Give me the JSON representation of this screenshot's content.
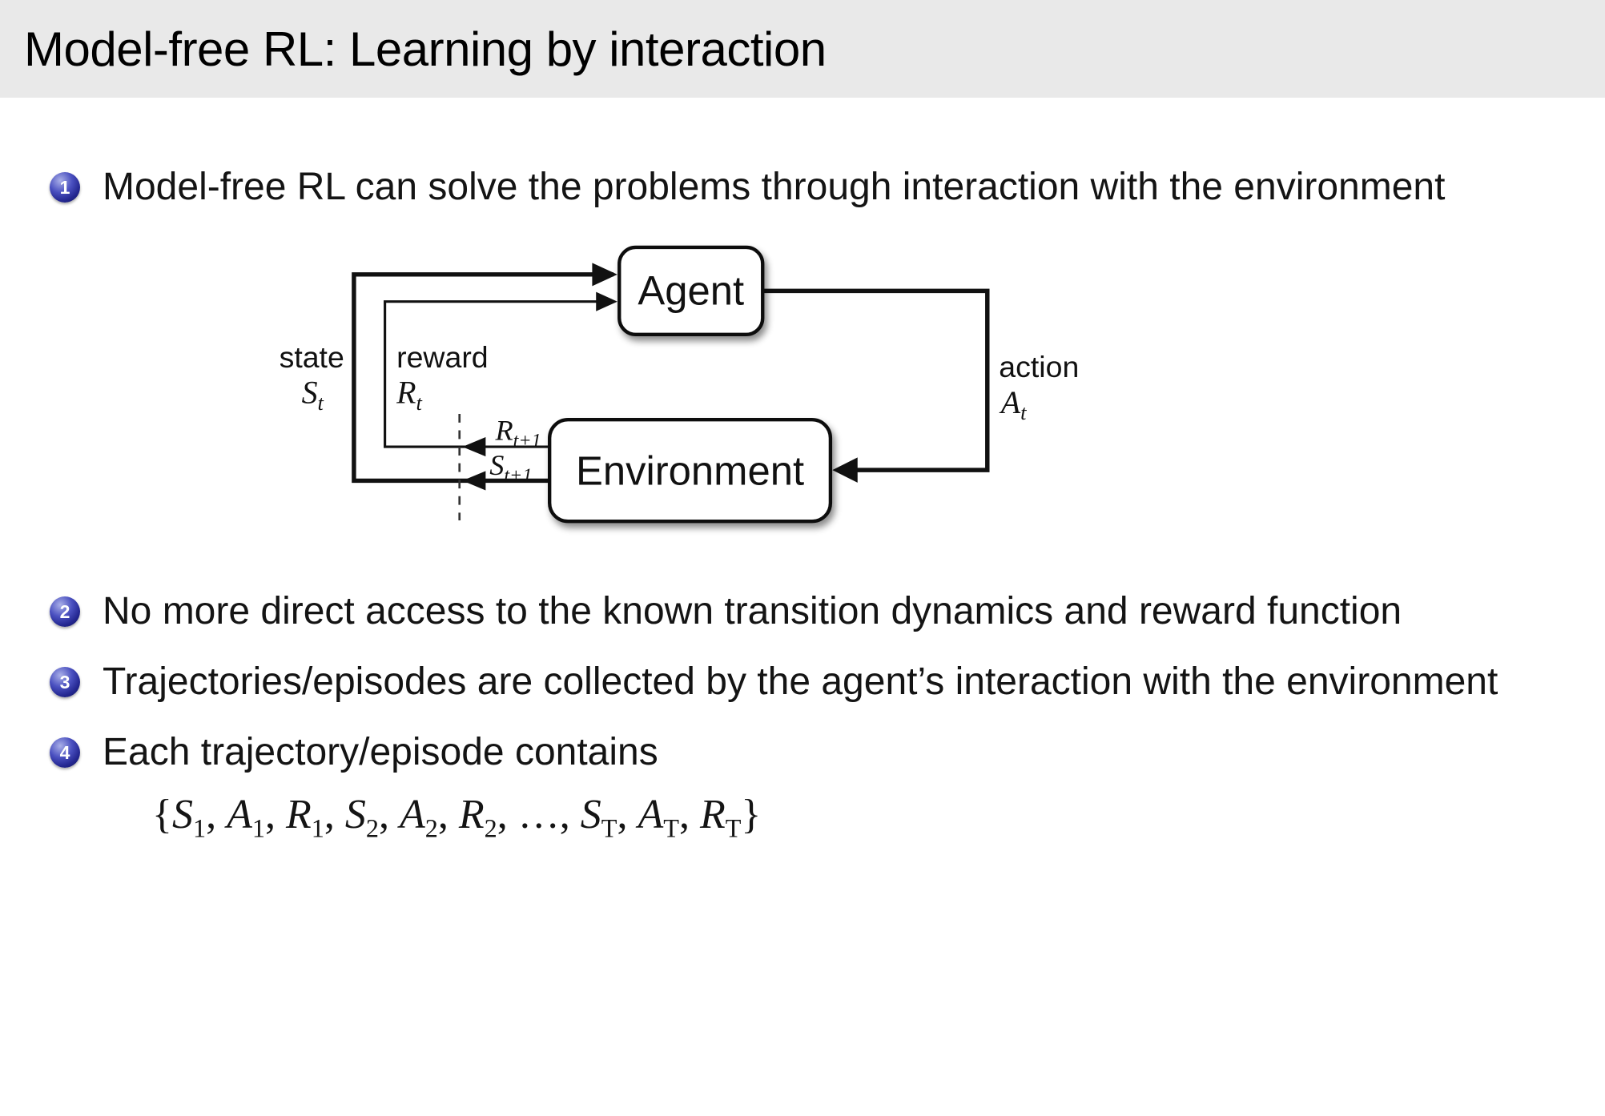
{
  "title": "Model-free RL: Learning by interaction",
  "bullets": [
    {
      "num": "1",
      "text": "Model-free RL can solve the problems through interaction with the environment"
    },
    {
      "num": "2",
      "text": "No more direct access to the known transition dynamics and reward function"
    },
    {
      "num": "3",
      "text": "Trajectories/episodes are collected by the agent’s interaction with the environment"
    },
    {
      "num": "4",
      "text": "Each trajectory/episode contains"
    }
  ],
  "trajectory": {
    "open_brace": "{",
    "close_brace": "}",
    "tokens": [
      {
        "base": "S",
        "sub": "1"
      },
      {
        "base": "A",
        "sub": "1"
      },
      {
        "base": "R",
        "sub": "1"
      },
      {
        "base": "S",
        "sub": "2"
      },
      {
        "base": "A",
        "sub": "2"
      },
      {
        "base": "R",
        "sub": "2"
      },
      {
        "ellipsis": "…"
      },
      {
        "base": "S",
        "sub": "T"
      },
      {
        "base": "A",
        "sub": "T"
      },
      {
        "base": "R",
        "sub": "T"
      }
    ]
  },
  "diagram": {
    "agent_label": "Agent",
    "environment_label": "Environment",
    "state_label": "state",
    "state_var": {
      "base": "S",
      "sub": "t"
    },
    "reward_label": "reward",
    "reward_var": {
      "base": "R",
      "sub": "t"
    },
    "action_label": "action",
    "action_var": {
      "base": "A",
      "sub": "t"
    },
    "next_reward": {
      "base": "R",
      "sub": "t+1"
    },
    "next_state": {
      "base": "S",
      "sub": "t+1"
    }
  },
  "colors": {
    "title_bg": "#e9e9e9",
    "bullet_blue": "#23268f",
    "text": "#141414"
  }
}
